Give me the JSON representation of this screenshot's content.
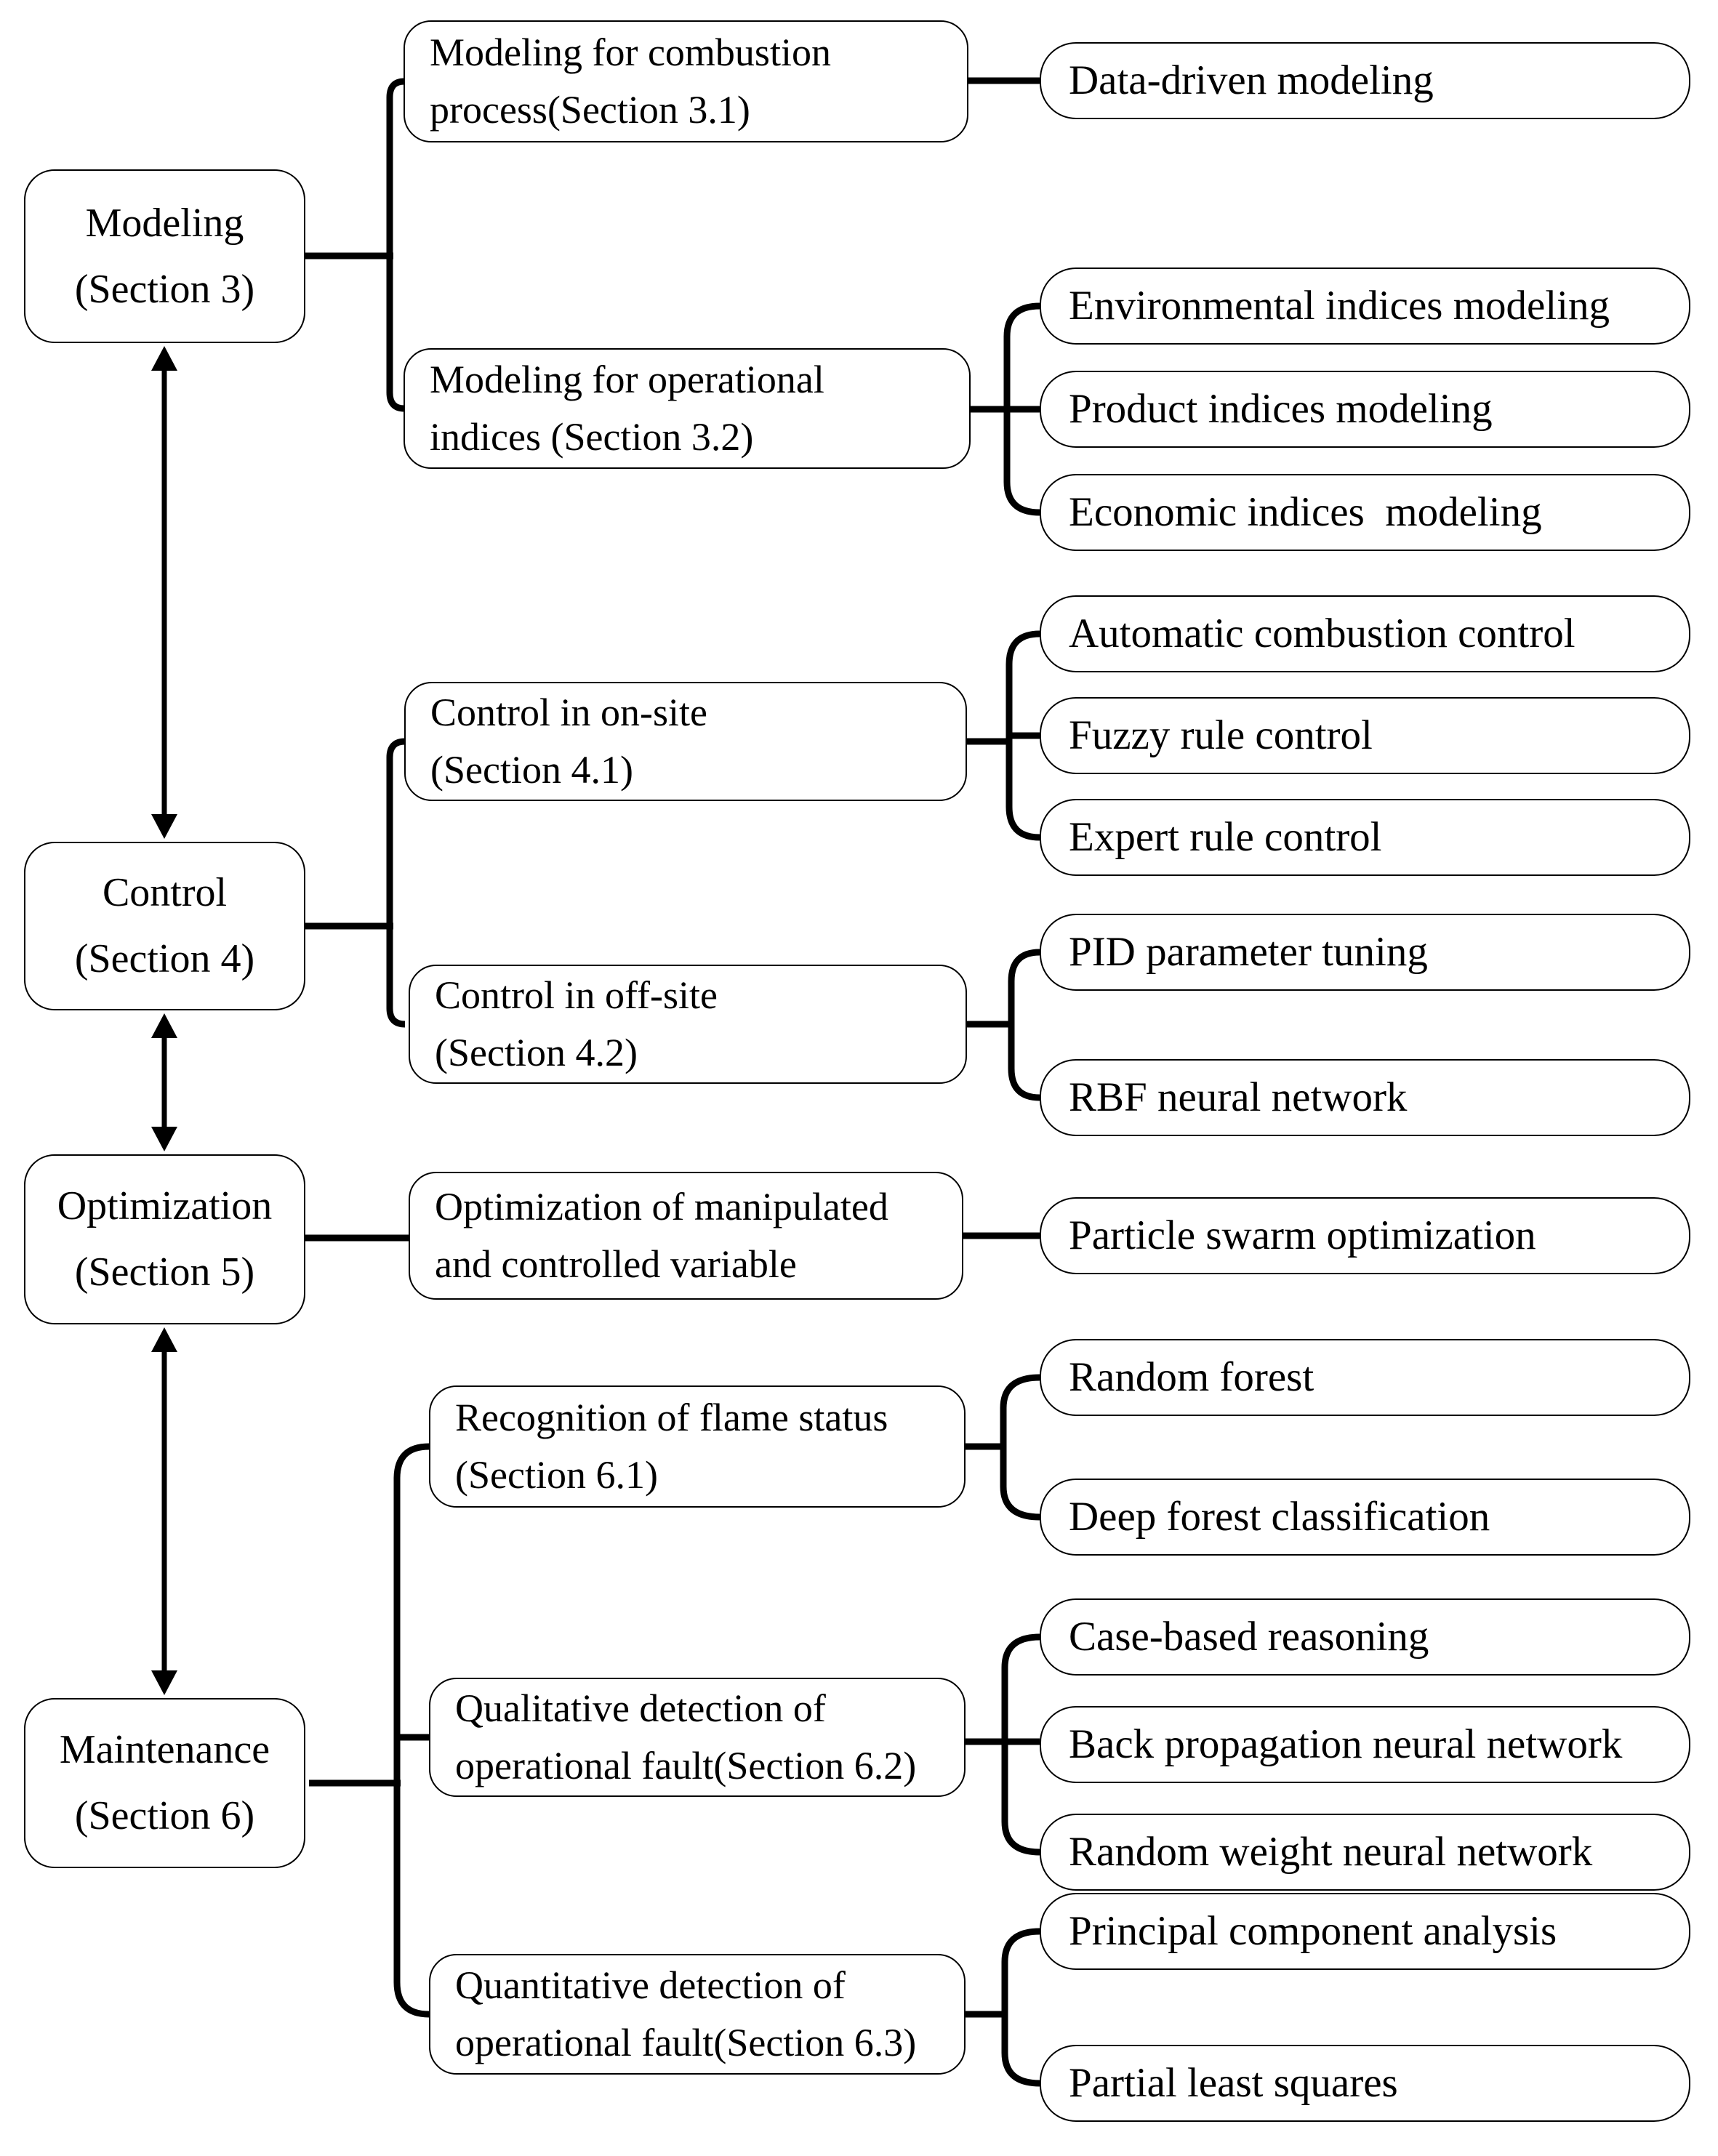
{
  "figure": {
    "description": "Taxonomy tree of data-driven techniques: Modeling, Control, Optimization and Maintenance sections with their sub-topics and methods",
    "background_color": "#ffffff",
    "line_color": "#000000",
    "text_color": "#000000"
  },
  "nodes": {
    "modeling": {
      "line1": "Modeling",
      "line2": "(Section 3)"
    },
    "control": {
      "line1": "Control",
      "line2": "(Section 4)"
    },
    "optimization": {
      "line1": "Optimization",
      "line2": "(Section 5)"
    },
    "maintenance": {
      "line1": "Maintenance",
      "line2": "(Section 6)"
    },
    "m31": {
      "line1": "Modeling for combustion",
      "line2": "process(Section 3.1)"
    },
    "m32": {
      "line1": "Modeling for operational",
      "line2": "indices (Section 3.2)"
    },
    "m41": {
      "line1": "Control in on-site",
      "line2": "(Section 4.1)"
    },
    "m42": {
      "line1": "Control in off-site",
      "line2": "(Section 4.2)"
    },
    "m5": {
      "line1": "Optimization of manipulated",
      "line2": "and controlled variable"
    },
    "m61": {
      "line1": "Recognition of flame status",
      "line2": "(Section 6.1)"
    },
    "m62": {
      "line1": "Qualitative detection of",
      "line2": "operational fault(Section 6.2)"
    },
    "m63": {
      "line1": "Quantitative detection of",
      "line2": "operational fault(Section 6.3)"
    },
    "r1": {
      "label": "Data-driven modeling"
    },
    "r2": {
      "label": "Environmental indices modeling"
    },
    "r3": {
      "label": "Product indices modeling"
    },
    "r4": {
      "label": "Economic indices  modeling"
    },
    "r5": {
      "label": "Automatic combustion control"
    },
    "r6": {
      "label": "Fuzzy rule control"
    },
    "r7": {
      "label": "Expert rule control"
    },
    "r8": {
      "label": "PID parameter tuning"
    },
    "r9": {
      "label": "RBF neural network"
    },
    "r10": {
      "label": "Particle swarm optimization"
    },
    "r11": {
      "label": "Random forest"
    },
    "r12": {
      "label": "Deep forest classification"
    },
    "r13": {
      "label": "Case-based reasoning"
    },
    "r14": {
      "label": "Back propagation neural network"
    },
    "r15": {
      "label": "Random weight neural network"
    },
    "r16": {
      "label": "Principal component analysis"
    },
    "r17": {
      "label": "Partial least squares"
    }
  }
}
